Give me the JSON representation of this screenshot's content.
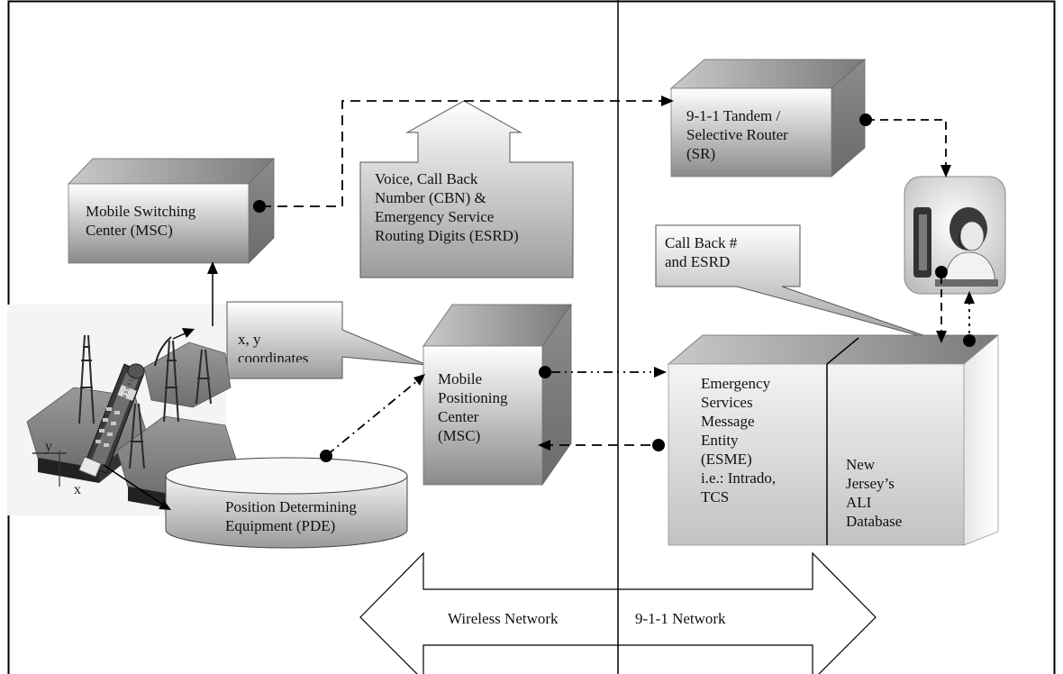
{
  "msc": "Mobile Switching\nCenter (MSC)",
  "voice_callout": "Voice, Call Back\nNumber (CBN) &\nEmergency Service\nRouting Digits (ESRD)",
  "tandem": "9-1-1 Tandem /\nSelective Router\n(SR)",
  "callback_callout": "Call Back #\nand ESRD",
  "xy_callout": "x, y\ncoordinates",
  "mpc": "Mobile\nPositioning\nCenter\n(MSC)",
  "esme": "Emergency\nServices\nMessage\nEntity\n(ESME)\ni.e.: Intrado,\nTCS",
  "ali": "New\nJersey’s\nALI\nDatabase",
  "pde": "Position Determining\nEquipment (PDE)",
  "wireless_network": "Wireless  Network",
  "e911_network": "9-1-1 Network",
  "axis_x": "x",
  "axis_y": "y",
  "phone_screen_text": "8 5 5  9 1 1"
}
